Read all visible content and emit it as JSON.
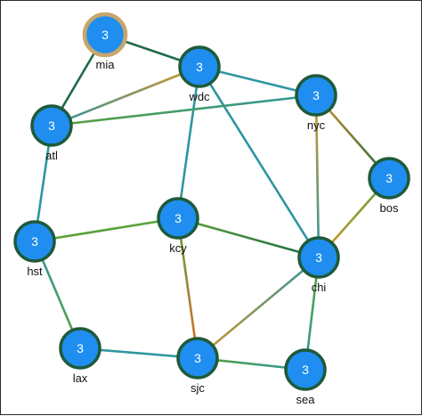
{
  "graph": {
    "nodes": [
      {
        "id": "mia",
        "label": "mia",
        "value": "3",
        "highlight": true
      },
      {
        "id": "wdc",
        "label": "wdc",
        "value": "3"
      },
      {
        "id": "nyc",
        "label": "nyc",
        "value": "3"
      },
      {
        "id": "atl",
        "label": "atl",
        "value": "3"
      },
      {
        "id": "bos",
        "label": "bos",
        "value": "3"
      },
      {
        "id": "kcy",
        "label": "kcy",
        "value": "3"
      },
      {
        "id": "hst",
        "label": "hst",
        "value": "3"
      },
      {
        "id": "chi",
        "label": "chi",
        "value": "3"
      },
      {
        "id": "lax",
        "label": "lax",
        "value": "3"
      },
      {
        "id": "sjc",
        "label": "sjc",
        "value": "3"
      },
      {
        "id": "sea",
        "label": "sea",
        "value": "3"
      }
    ],
    "edges": [
      {
        "source": "mia",
        "target": "wdc",
        "colors": [
          "#1e6b46",
          "#1e6b46"
        ]
      },
      {
        "source": "mia",
        "target": "atl",
        "colors": [
          "#1e6b46",
          "#1e6b46"
        ]
      },
      {
        "source": "wdc",
        "target": "atl",
        "colors": [
          "#d4952a",
          "#2f96a0"
        ]
      },
      {
        "source": "wdc",
        "target": "nyc",
        "colors": [
          "#2f96a0",
          "#2f96a0"
        ]
      },
      {
        "source": "wdc",
        "target": "kcy",
        "colors": [
          "#2f96a0",
          "#2f96a0"
        ]
      },
      {
        "source": "wdc",
        "target": "chi",
        "colors": [
          "#2f96a0",
          "#2f96a0"
        ]
      },
      {
        "source": "atl",
        "target": "nyc",
        "colors": [
          "#5aa23a",
          "#2f96a0"
        ]
      },
      {
        "source": "atl",
        "target": "hst",
        "colors": [
          "#2f96a0",
          "#2f96a0"
        ]
      },
      {
        "source": "nyc",
        "target": "bos",
        "colors": [
          "#d4952a",
          "#1e6b46"
        ]
      },
      {
        "source": "nyc",
        "target": "chi",
        "colors": [
          "#d4952a",
          "#2f96a0"
        ]
      },
      {
        "source": "bos",
        "target": "chi",
        "colors": [
          "#5aa23a",
          "#d4952a"
        ]
      },
      {
        "source": "hst",
        "target": "kcy",
        "colors": [
          "#5aa23a",
          "#5aa23a"
        ]
      },
      {
        "source": "kcy",
        "target": "chi",
        "colors": [
          "#5aa23a",
          "#1e6b46"
        ]
      },
      {
        "source": "kcy",
        "target": "sjc",
        "colors": [
          "#5aa23a",
          "#e06a2a"
        ]
      },
      {
        "source": "hst",
        "target": "lax",
        "colors": [
          "#2f96a0",
          "#5aa23a"
        ]
      },
      {
        "source": "chi",
        "target": "sjc",
        "colors": [
          "#2f96a0",
          "#d4952a"
        ]
      },
      {
        "source": "chi",
        "target": "sea",
        "colors": [
          "#5aa23a",
          "#2f96a0"
        ]
      },
      {
        "source": "lax",
        "target": "sjc",
        "colors": [
          "#2f96a0",
          "#2f96a0"
        ]
      },
      {
        "source": "sjc",
        "target": "sea",
        "colors": [
          "#5aa23a",
          "#2f96a0"
        ]
      }
    ],
    "style": {
      "node_fill": "#1f8ef0",
      "node_stroke": "#1e5a3a",
      "highlight_stroke": "#c9a66b"
    }
  }
}
